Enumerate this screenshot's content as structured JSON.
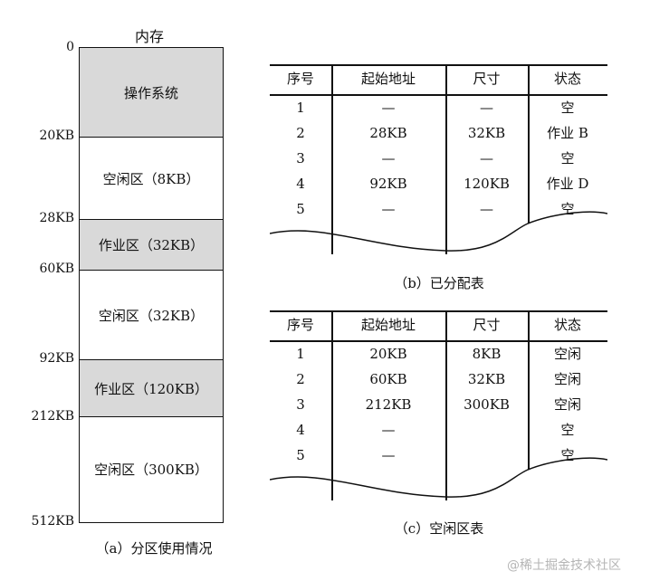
{
  "memory": {
    "title": "内存",
    "addresses": [
      "0",
      "20KB",
      "28KB",
      "60KB",
      "92KB",
      "212KB",
      "512KB"
    ],
    "segments": [
      {
        "label": "操作系统",
        "filled": true
      },
      {
        "label": "空闲区（8KB）",
        "filled": false
      },
      {
        "label": "作业区（32KB）",
        "filled": true
      },
      {
        "label": "空闲区（32KB）",
        "filled": false
      },
      {
        "label": "作业区（120KB）",
        "filled": true
      },
      {
        "label": "空闲区（300KB）",
        "filled": false
      }
    ],
    "caption": "（a）分区使用情况"
  },
  "allocated_table": {
    "headers": [
      "序号",
      "起始地址",
      "尺寸",
      "状态"
    ],
    "rows": [
      [
        "1",
        "—",
        "—",
        "空"
      ],
      [
        "2",
        "28KB",
        "32KB",
        "作业 B"
      ],
      [
        "3",
        "—",
        "—",
        "空"
      ],
      [
        "4",
        "92KB",
        "120KB",
        "作业 D"
      ],
      [
        "5",
        "—",
        "—",
        "空"
      ]
    ],
    "caption": "（b）已分配表"
  },
  "free_table": {
    "headers": [
      "序号",
      "起始地址",
      "尺寸",
      "状态"
    ],
    "rows": [
      [
        "1",
        "20KB",
        "8KB",
        "空闲"
      ],
      [
        "2",
        "60KB",
        "32KB",
        "空闲"
      ],
      [
        "3",
        "212KB",
        "300KB",
        "空闲"
      ],
      [
        "4",
        "—",
        "",
        "空"
      ],
      [
        "5",
        "—",
        "",
        "空"
      ]
    ],
    "caption": "（c）空闲区表"
  },
  "watermark": "@稀土掘金技术社区"
}
